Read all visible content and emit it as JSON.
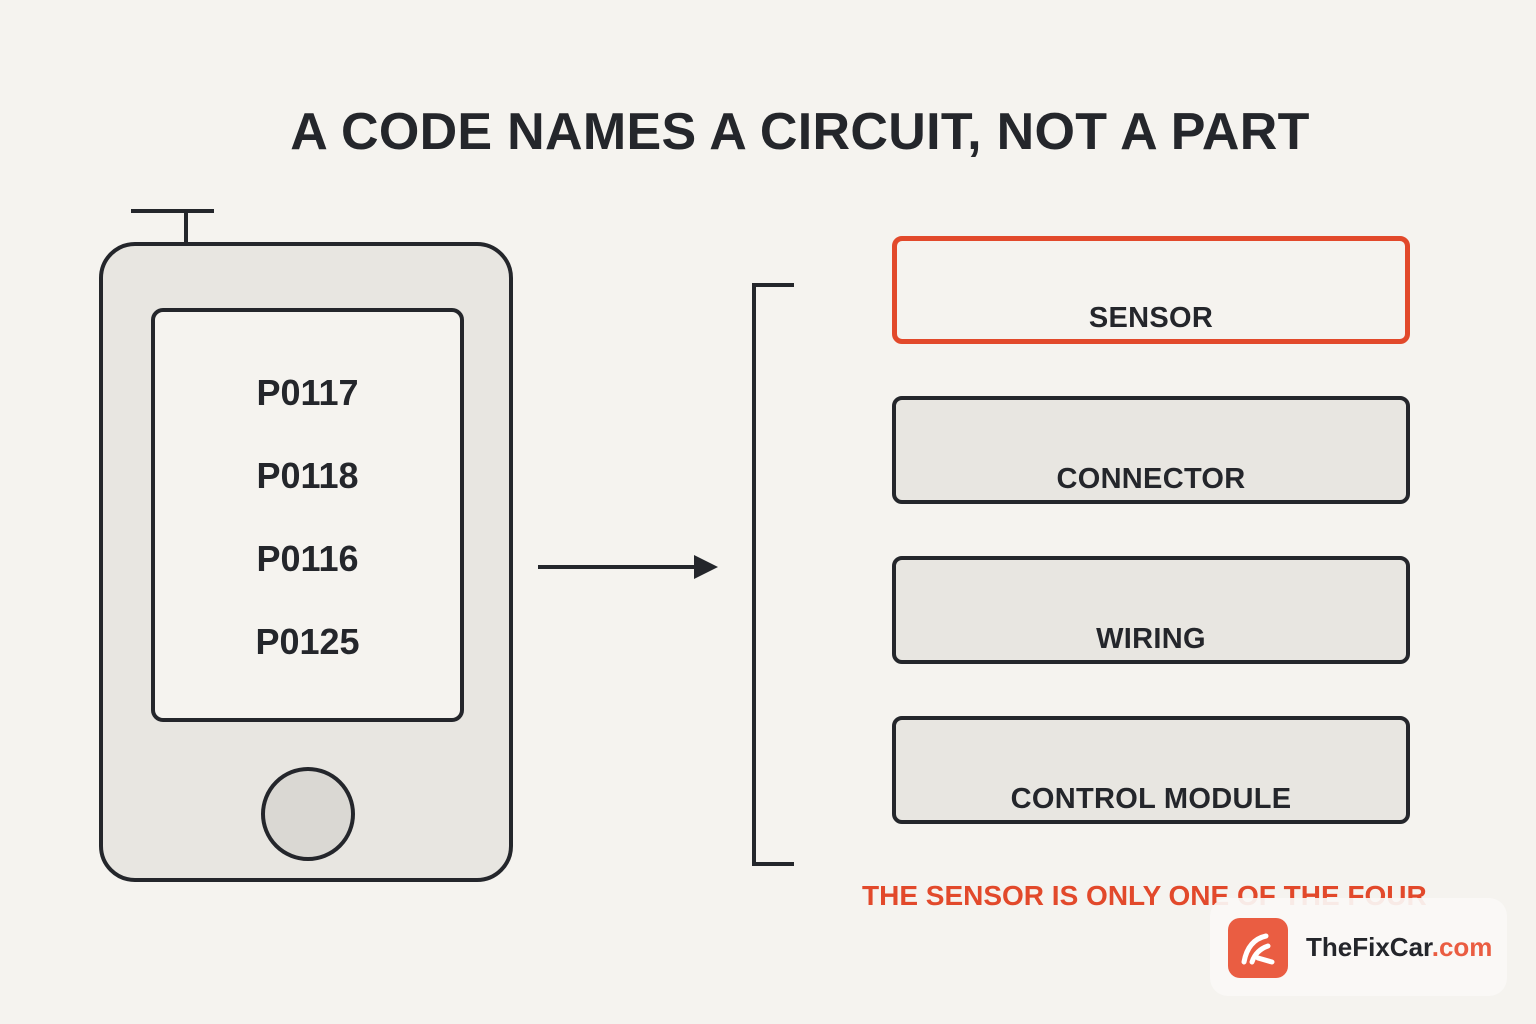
{
  "title": "A CODE NAMES A CIRCUIT, NOT A PART",
  "scanner": {
    "codes": [
      "P0117",
      "P0118",
      "P0116",
      "P0125"
    ]
  },
  "components": [
    {
      "label": "SENSOR",
      "highlighted": true
    },
    {
      "label": "CONNECTOR",
      "highlighted": false
    },
    {
      "label": "WIRING",
      "highlighted": false
    },
    {
      "label": "CONTROL MODULE",
      "highlighted": false
    }
  ],
  "note": "THE SENSOR IS ONLY ONE OF THE FOUR",
  "watermark": {
    "name": "TheFixCar",
    "suffix": ".com",
    "icon": "gauge-logo-icon"
  },
  "colors": {
    "ink": "#24262b",
    "accent": "#e2492b",
    "background": "#f5f3ef",
    "panel": "#e8e6e1"
  }
}
